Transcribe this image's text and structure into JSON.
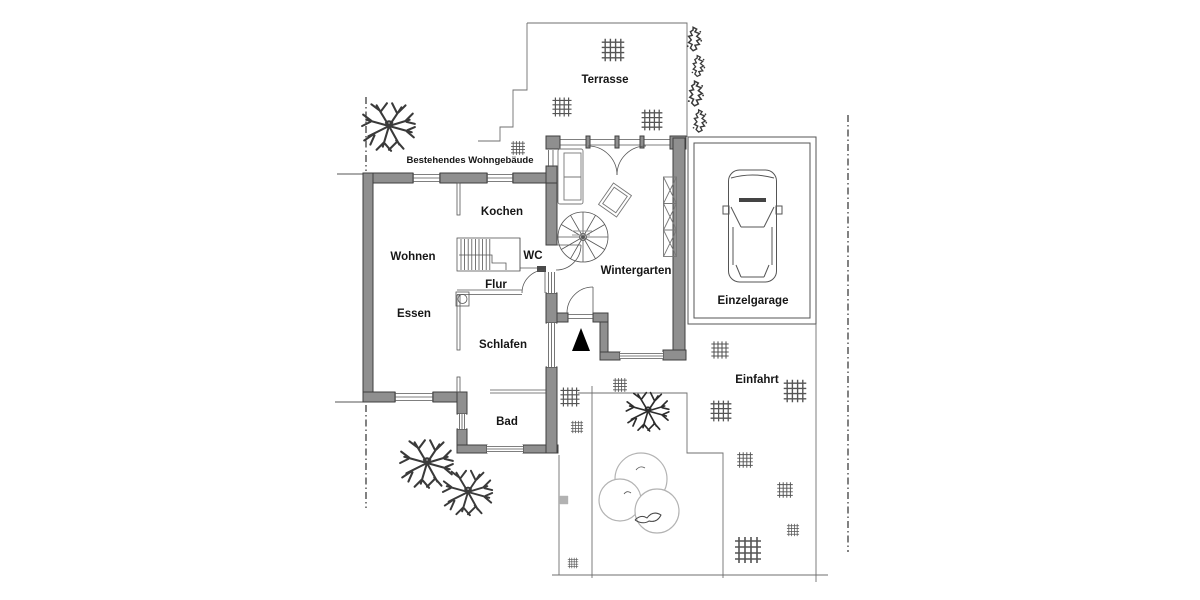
{
  "labels": {
    "existing_building": "Bestehendes Wohngebäude",
    "terrace": "Terrasse",
    "kitchen": "Kochen",
    "living": "Wohnen",
    "wc": "WC",
    "hall": "Flur",
    "dining": "Essen",
    "bedroom": "Schlafen",
    "bath": "Bad",
    "wintergarden": "Wintergarten",
    "garage": "Einzelgarage",
    "driveway": "Einfahrt"
  },
  "colors": {
    "wall_fill": "#8f8f8f",
    "wall_edge": "#3f3f3f",
    "line": "#555555",
    "site_line": "#6f6f6f",
    "boundary_dash": "#2e2e2e",
    "label_text": "#161616",
    "tree_stroke": "#3a3a3a",
    "tree_cloud": "#b3b3b3",
    "background": "#ffffff",
    "entrance_marker": "#000000"
  }
}
